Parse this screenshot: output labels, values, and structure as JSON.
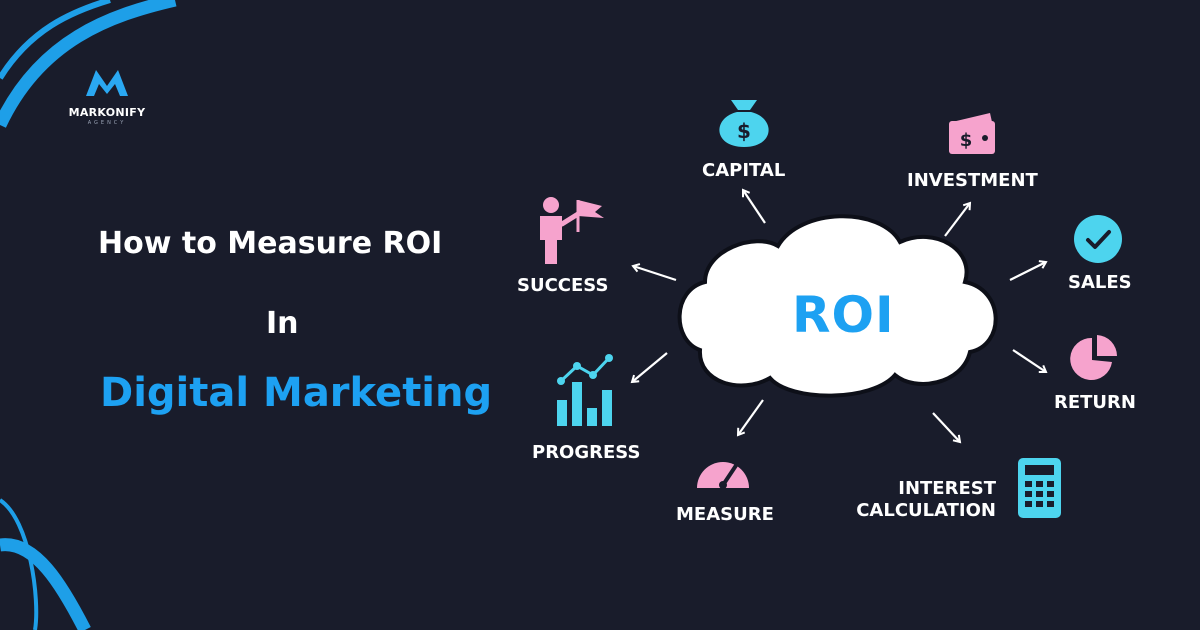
{
  "brand": {
    "name": "MARKONIFY",
    "tagline": "AGENCY"
  },
  "headline": {
    "line1": "How to Measure ROI",
    "line2": "In",
    "line3": "Digital Marketing"
  },
  "diagram": {
    "center": "ROI",
    "nodes": {
      "capital": "CAPITAL",
      "investment": "INVESTMENT",
      "sales": "SALES",
      "return": "RETURN",
      "interest_line1": "INTEREST",
      "interest_line2": "CALCULATION",
      "measure": "MEASURE",
      "progress": "PROGRESS",
      "success": "SUCCESS"
    }
  },
  "colors": {
    "background": "#191c2b",
    "accent_blue": "#1da1f2",
    "icon_cyan": "#4dd4ee",
    "icon_pink": "#f6a3cd"
  }
}
